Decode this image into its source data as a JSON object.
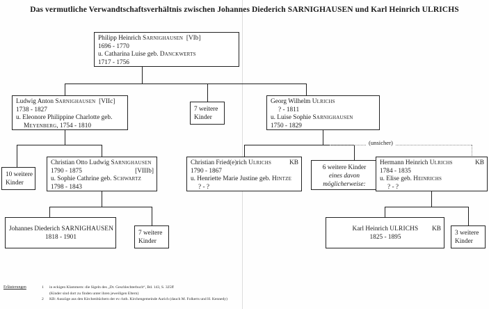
{
  "title": "Das vermutliche Verwandtschaftsverhältnis zwischen Johannes Diederich SARNIGHAUSEN und Karl Heinrich ULRICHS",
  "labels": {
    "uncertain_link": "(unsicher)",
    "notes_label": "Erläuterungen"
  },
  "nodes": {
    "philipp": {
      "name_first": "Philipp Heinrich ",
      "name_surname": "Sarnighausen",
      "tag": "[VIb]",
      "dates": "1696 - 1770",
      "spouse_prefix": "u. Catharina Luise geb. ",
      "spouse_surname": "Danckwerts",
      "spouse_dates": "1717 - 1756"
    },
    "ludwig": {
      "name_first": "Ludwig Anton ",
      "name_surname": "Sarnighausen",
      "tag": "[VIIc]",
      "dates": "1738 - 1827",
      "spouse_prefix": "u. Eleonore Philippine Charlotte geb.",
      "spouse_surname": "Meyenberg",
      "spouse_dates": ", 1754 - 1810"
    },
    "sieben_kinder_oben": {
      "line1": "7 weitere",
      "line2": "Kinder"
    },
    "georg": {
      "name_first": "Georg Wilhelm ",
      "name_surname": "Ulrichs",
      "dates": "? - 1811",
      "spouse_prefix": "u. Luise Sophie ",
      "spouse_surname": "Sarnighausen",
      "spouse_dates": "1750 - 1829"
    },
    "zehn_kinder": {
      "line1": "10 weitere",
      "line2": "Kinder"
    },
    "christian_otto": {
      "name_first": "Christian Otto Ludwig ",
      "name_surname": "Sarnighausen",
      "dates": "1790 - 1875",
      "tag": "[VIIIb]",
      "spouse_prefix": "u. Sophie Cathrine geb. ",
      "spouse_surname": "Schwartz",
      "spouse_dates": "1798 - 1843"
    },
    "christian_fried": {
      "name_first": "Christian Fried(e)rich ",
      "name_surname": "Ulrichs",
      "tag": "KB",
      "dates": "1790 - 1867",
      "spouse_prefix": "u. Henriette Marie Justine geb. ",
      "spouse_surname": "Hintze",
      "spouse_dates": "? - ?"
    },
    "sechs_kinder": {
      "line1": "6 weitere Kinder",
      "line2": "eines davon",
      "line3": "möglicherweise:"
    },
    "hermann": {
      "name_first": "Hermann Heinrich ",
      "name_surname": "Ulrichs",
      "tag": "KB",
      "dates": "1784 - 1835",
      "spouse_prefix": "u. Elise geb. ",
      "spouse_surname": "Heinrichs",
      "spouse_dates": "? - ?"
    },
    "johannes": {
      "name_first": "Johannes Diederich ",
      "name_surname": "SARNIGHAUSEN",
      "dates": "1818 - 1901"
    },
    "sieben_kinder_unten": {
      "line1": "7 weitere",
      "line2": "Kinder"
    },
    "karl": {
      "name_first": "Karl Heinrich ",
      "name_surname": "ULRICHS",
      "tag": "KB",
      "dates": "1825 - 1895"
    },
    "drei_kinder": {
      "line1": "3 weitere",
      "line2": "Kinder"
    }
  },
  "notes": [
    {
      "num": "1",
      "text": "in eckigen Klammern: die Sigeln des „Dt. Geschlechterbuch“, Bd. 143, S. 325ff",
      "sub": "(Kinder sind dort zu finden unter ihren jeweiligen Eltern)"
    },
    {
      "num": "2",
      "text": "KB: Auszüge aus den Kirchenbüchern der ev.-luth. Kirchengemeinde Aurich (dauch M. Folkerts und H. Kennedy)",
      "sub": ""
    }
  ]
}
